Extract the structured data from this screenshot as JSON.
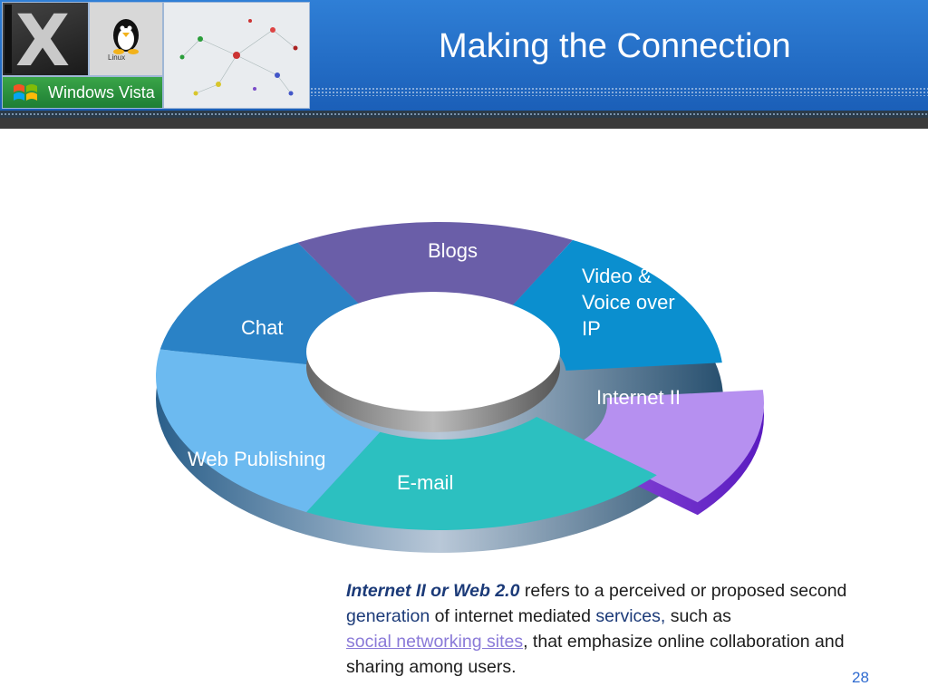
{
  "slide": {
    "title": "Making the Connection",
    "page_number": "28"
  },
  "thumbnails": {
    "osx_letter": "X",
    "linux_label": "Linux",
    "vista_label": "Windows Vista"
  },
  "diagram": {
    "segments": [
      {
        "label": "Blogs",
        "color": "#6a5ea8"
      },
      {
        "label": "Video &\nVoice over\nIP",
        "color": "#0b8fcf"
      },
      {
        "label": "Internet II",
        "color": "#b690f0"
      },
      {
        "label": "E-mail",
        "color": "#2cc0c0"
      },
      {
        "label": "Web Publishing",
        "color": "#6cbaf0"
      },
      {
        "label": "Chat",
        "color": "#2a82c6"
      }
    ]
  },
  "description": {
    "term": "Internet II or Web 2.0",
    "part1": " refers to a perceived or proposed second ",
    "link_generation": "generation",
    "part2": " of internet mediated ",
    "link_services": "services,",
    "part3": " such as ",
    "link_social": "social networking sites",
    "part4": ", that emphasize online collaboration and sharing among users."
  }
}
